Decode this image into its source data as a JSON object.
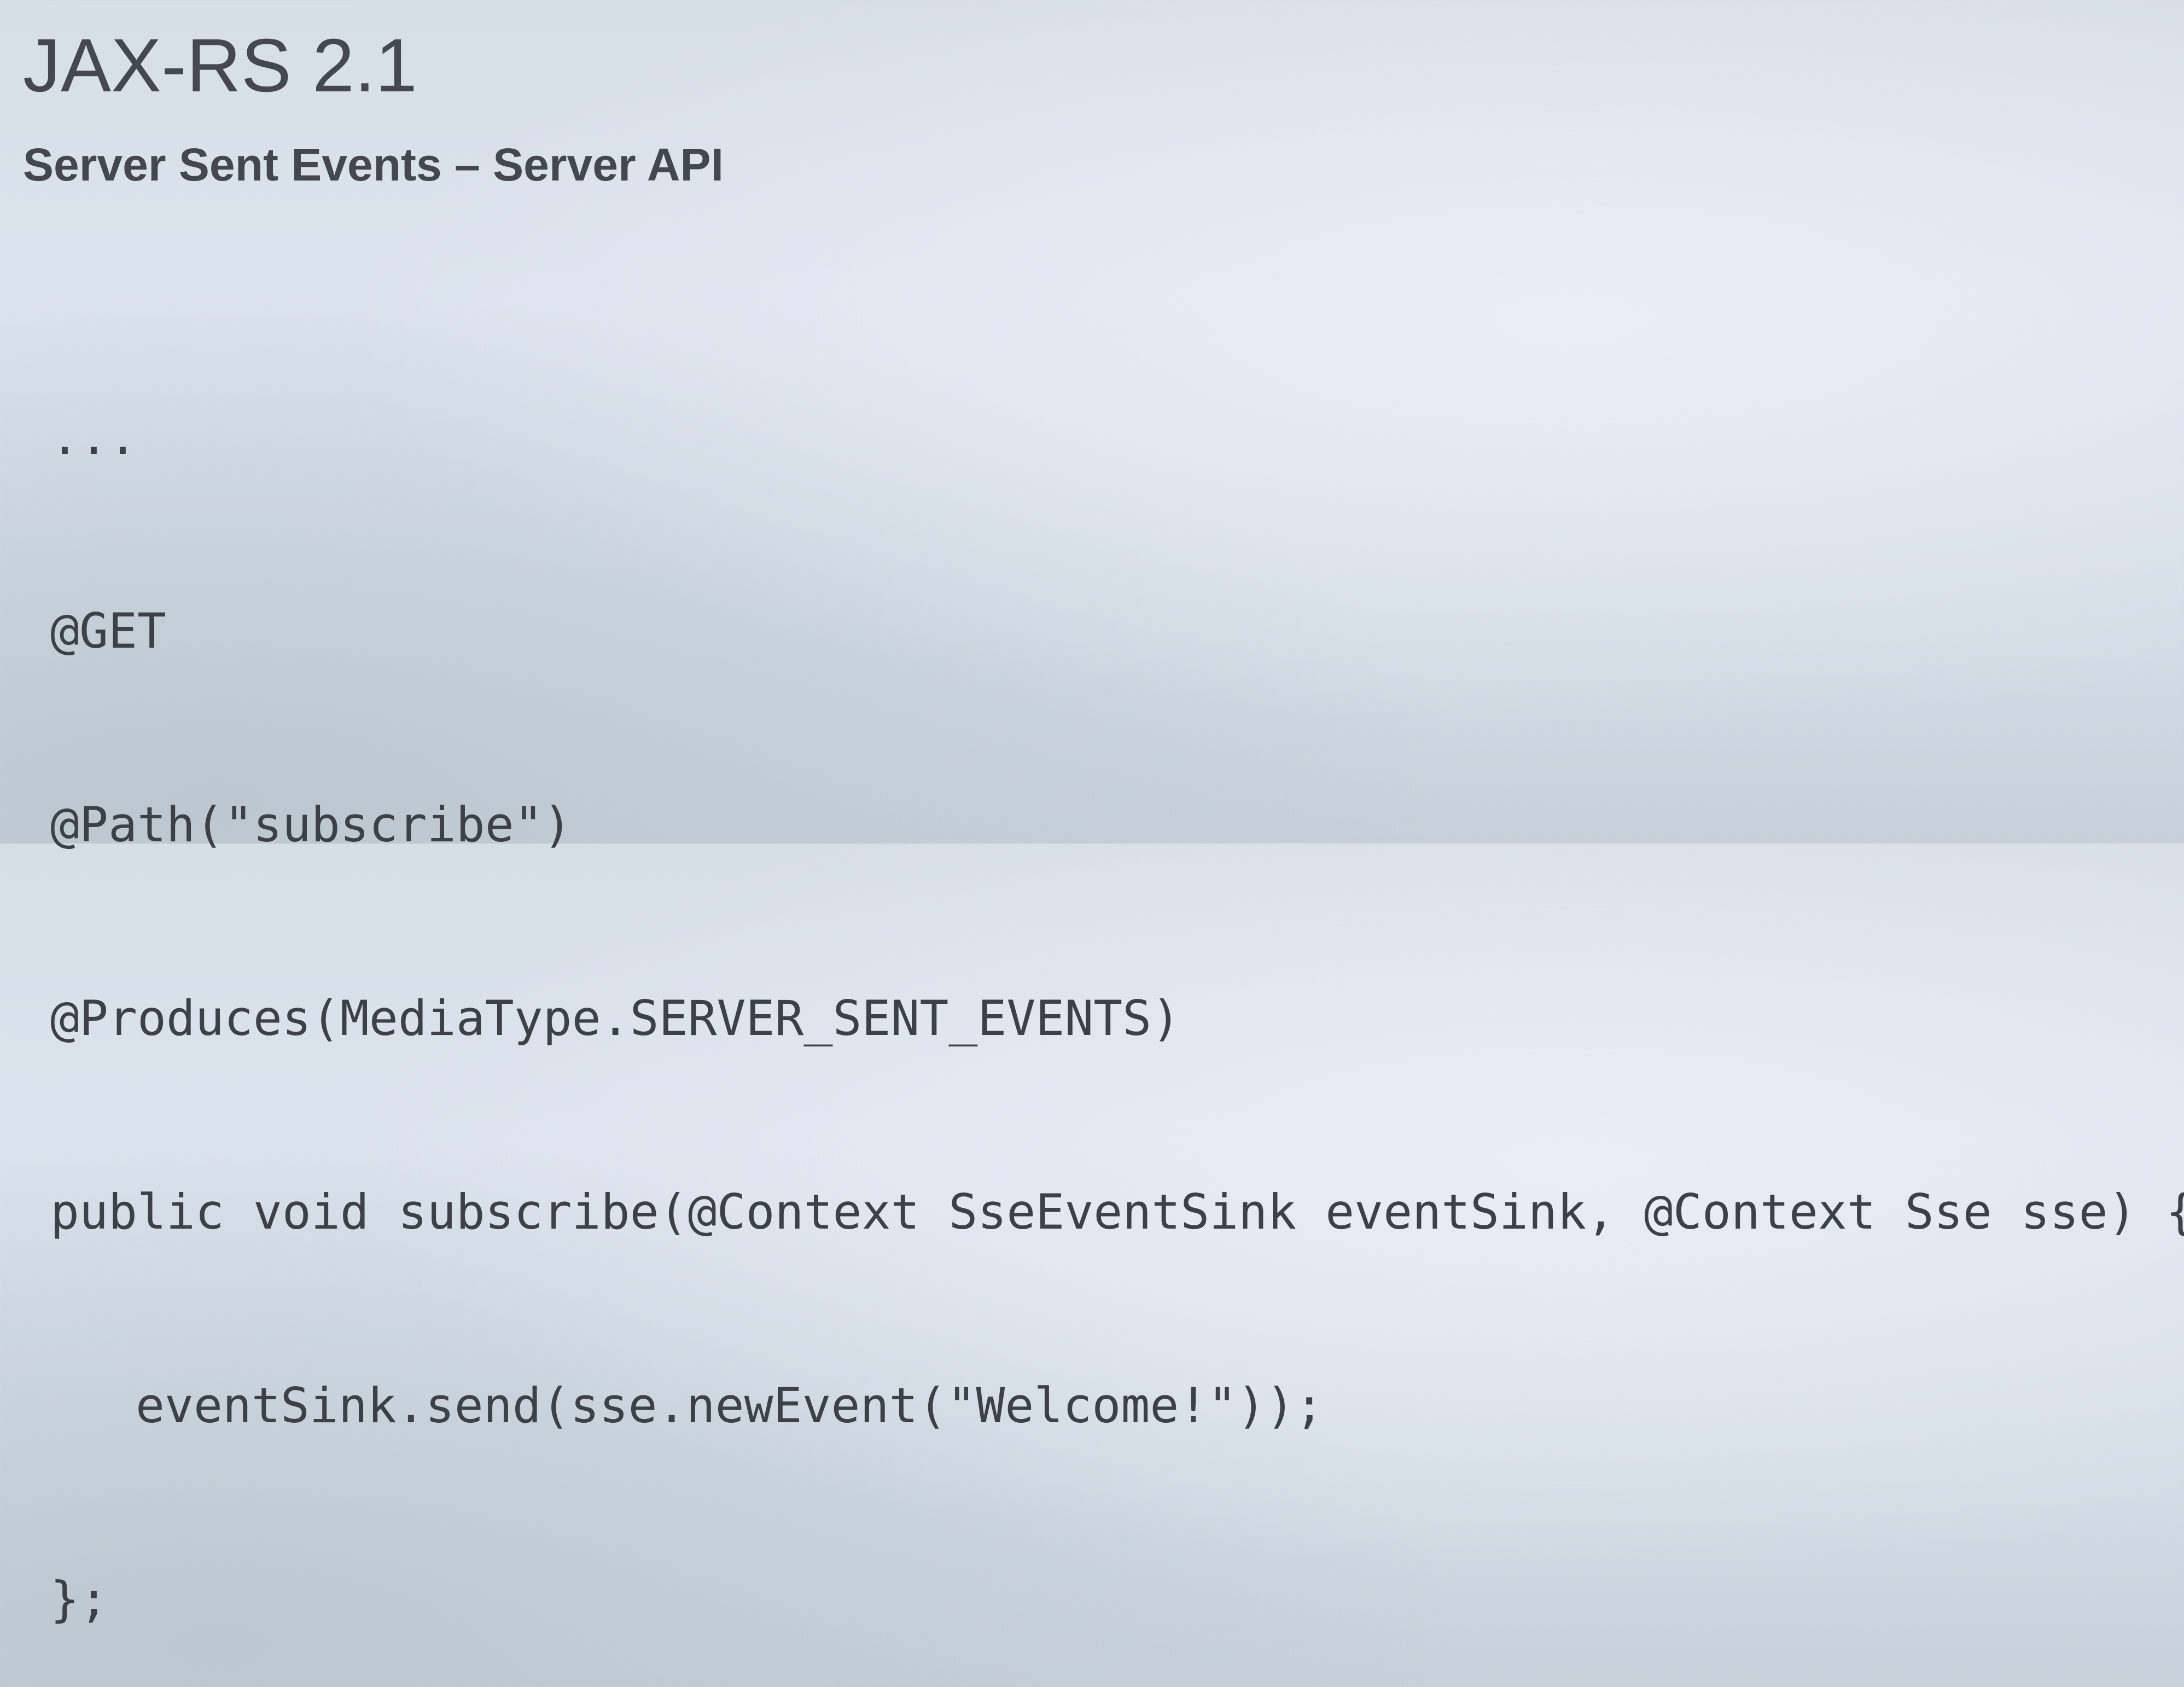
{
  "slide": {
    "title": "JAX-RS 2.1",
    "subtitle": "Server Sent Events – Server API",
    "code_lines": [
      {
        "text": "...",
        "indent": false
      },
      {
        "text": "@GET",
        "indent": false
      },
      {
        "text": "@Path(\"subscribe\")",
        "indent": false
      },
      {
        "text": "@Produces(MediaType.SERVER_SENT_EVENTS)",
        "indent": false
      },
      {
        "text": "public void subscribe(@Context SseEventSink eventSink, @Context Sse sse) {",
        "indent": false
      },
      {
        "text": "eventSink.send(sse.newEvent(\"Welcome!\"));",
        "indent": true
      },
      {
        "text": "};",
        "indent": false
      }
    ]
  }
}
